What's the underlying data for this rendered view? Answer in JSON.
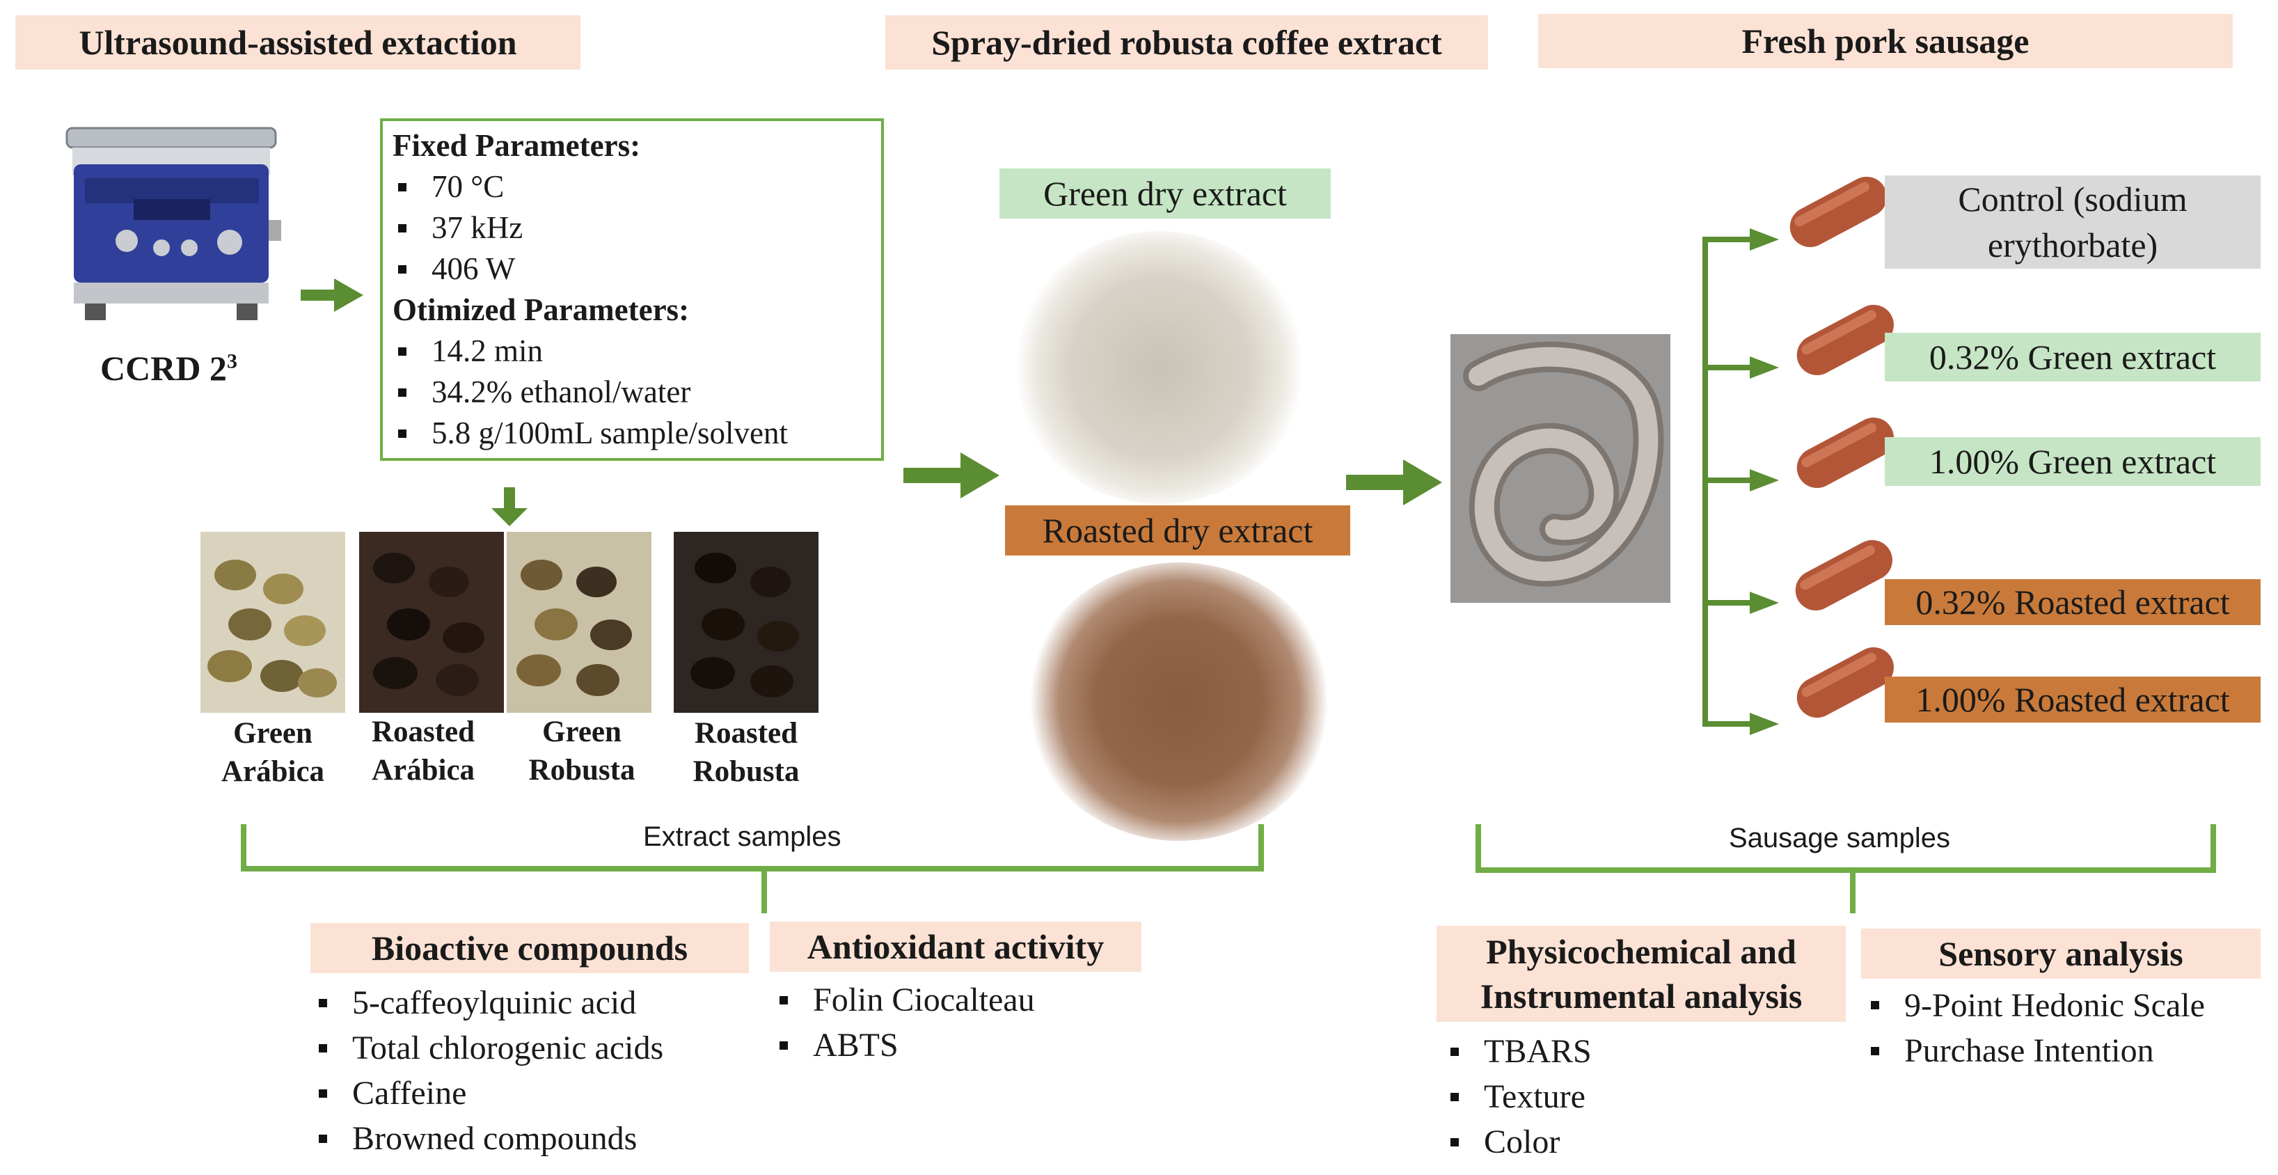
{
  "headers": {
    "left": "Ultrasound-assisted extaction",
    "middle": "Spray-dried robusta coffee extract",
    "right": "Fresh pork sausage"
  },
  "ccrd": {
    "label": "CCRD 2",
    "sup": "3"
  },
  "params": {
    "fixed_title": "Fixed Parameters:",
    "fixed": [
      "70 °C",
      "37 kHz",
      "406 W"
    ],
    "opt_title": "Otimized Parameters:",
    "optimized": [
      "14.2 min",
      "34.2% ethanol/water",
      "5.8 g/100mL sample/solvent"
    ]
  },
  "beans": [
    {
      "line1": "Green",
      "line2": "Arábica"
    },
    {
      "line1": "Roasted",
      "line2": "Arábica"
    },
    {
      "line1": "Green",
      "line2": "Robusta"
    },
    {
      "line1": "Roasted",
      "line2": "Robusta"
    }
  ],
  "extracts": {
    "green": "Green dry extract",
    "roasted": "Roasted dry extract"
  },
  "treatments": {
    "control": "Control (sodium erythorbate)",
    "green_032": "0.32% Green extract",
    "green_100": "1.00% Green extract",
    "roasted_032": "0.32% Roasted extract",
    "roasted_100": "1.00% Roasted extract"
  },
  "captions": {
    "extract_samples": "Extract samples",
    "sausage_samples": "Sausage samples"
  },
  "analyses": {
    "bioactive": {
      "title": "Bioactive compounds",
      "items": [
        "5-caffeoylquinic acid",
        "Total chlorogenic acids",
        "Caffeine",
        "Browned compounds"
      ]
    },
    "antioxidant": {
      "title": "Antioxidant activity",
      "items": [
        "Folin Ciocalteau",
        "ABTS"
      ]
    },
    "physico": {
      "title_l1": "Physicochemical and",
      "title_l2": "Instrumental analysis",
      "items": [
        "TBARS",
        "Texture",
        "Color"
      ]
    },
    "sensory": {
      "title": "Sensory analysis",
      "items": [
        "9-Point Hedonic Scale",
        "Purchase Intention"
      ]
    }
  },
  "colors": {
    "arrow_green": "#5b8d32",
    "bracket_green": "#70ad47",
    "header_bg": "#fbe2d5",
    "green_label": "#c6e5c4",
    "roasted_label": "#c97a3a",
    "control_label": "#d9d9d9"
  }
}
